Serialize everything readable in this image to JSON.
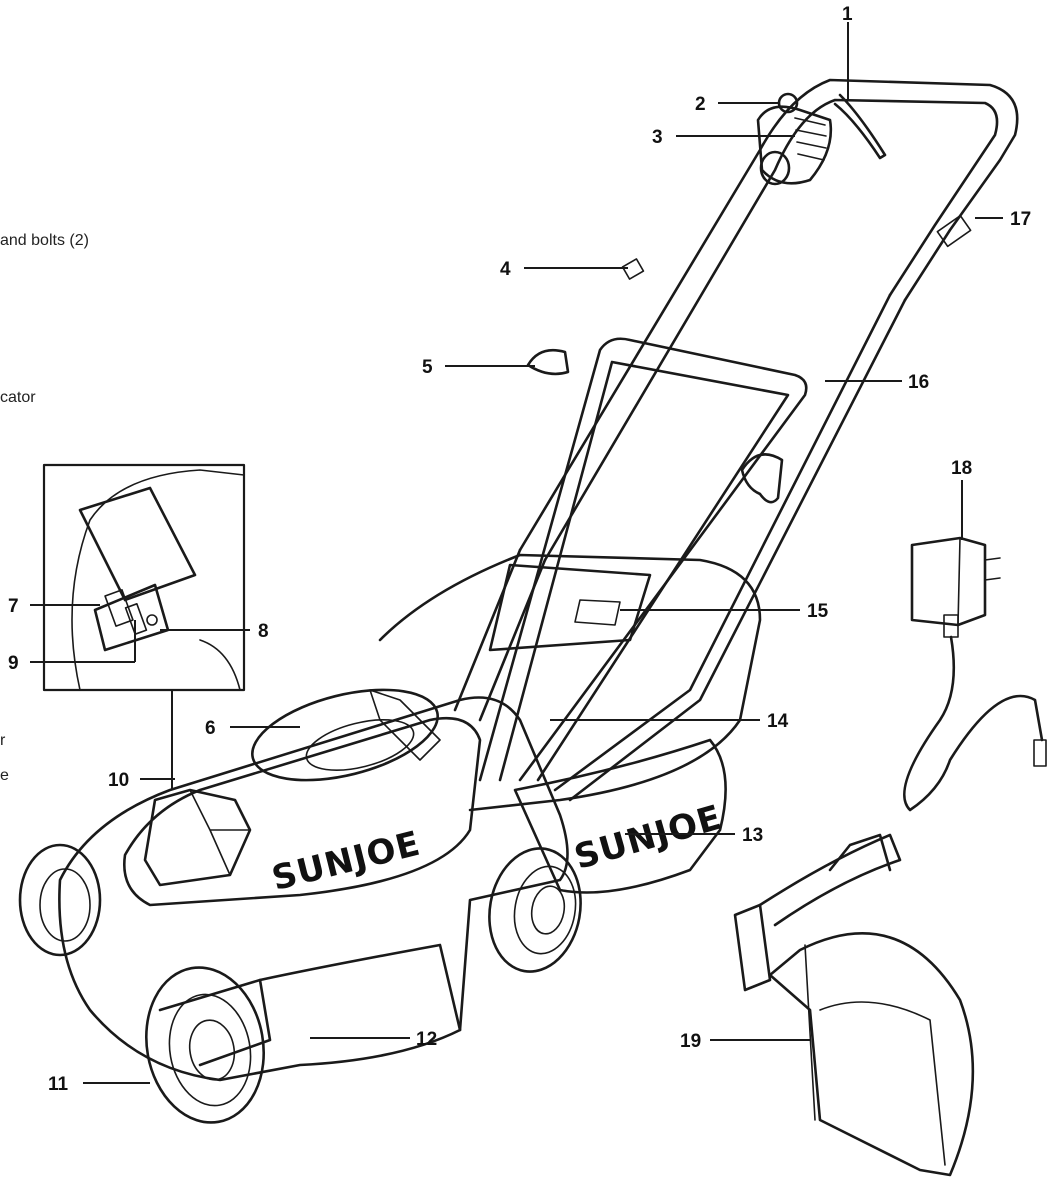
{
  "side_text": {
    "line1": "and bolts (2)",
    "line2": "cator",
    "line3": "r",
    "line4": "e"
  },
  "brand": {
    "deck_logo": "SUNJOE",
    "bag_logo": "SUNJOE"
  },
  "callouts": {
    "c1": "1",
    "c2": "2",
    "c3": "3",
    "c4": "4",
    "c5": "5",
    "c6": "6",
    "c7": "7",
    "c8": "8",
    "c9": "9",
    "c10": "10",
    "c11": "11",
    "c12": "12",
    "c13": "13",
    "c14": "14",
    "c15": "15",
    "c16": "16",
    "c17": "17",
    "c18": "18",
    "c19": "19"
  }
}
